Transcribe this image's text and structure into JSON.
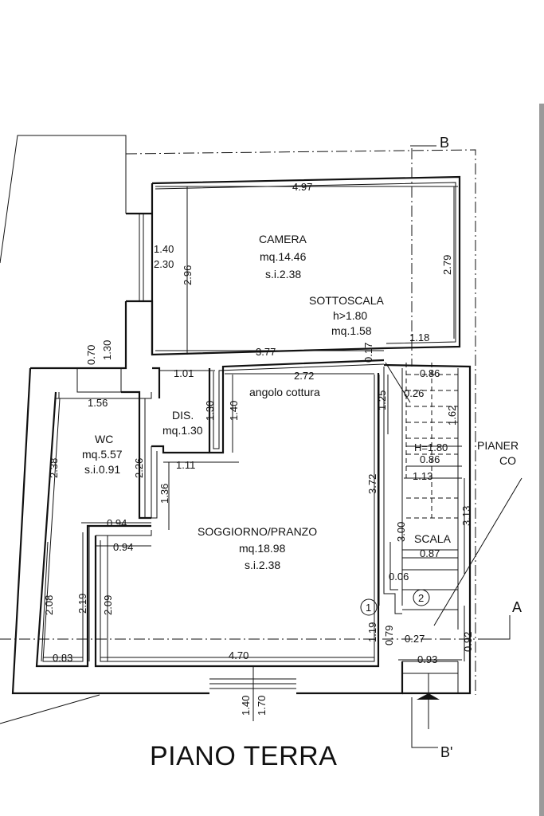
{
  "title": "PIANO TERRA",
  "rooms": {
    "camera": {
      "name": "CAMERA",
      "area": "mq.14.46",
      "height": "s.i.2.38"
    },
    "sottoscala": {
      "name": "SOTTOSCALA",
      "height": "h>1.80",
      "area": "mq.1.58"
    },
    "angolo": {
      "name": "angolo cottura"
    },
    "dis": {
      "name": "DIS.",
      "area": "mq.1.30"
    },
    "wc": {
      "name": "WC",
      "area": "mq.5.57",
      "height": "s.i.0.91"
    },
    "soggiorno": {
      "name": "SOGGIORNO/PRANZO",
      "area": "mq.18.98",
      "height": "s.i.2.38"
    },
    "scala": {
      "name": "SCALA"
    },
    "pianerottolo": {
      "line1": "PIANER",
      "line2": "CO"
    }
  },
  "sections": {
    "b_top": "B",
    "b_bottom": "B'",
    "a": "A"
  },
  "markers": {
    "one": "1",
    "two": "2"
  },
  "dims": {
    "d497": "4.97",
    "d140a": "1.40",
    "d230": "2.30",
    "d296": "2.96",
    "d279": "2.79",
    "d377": "3.77",
    "d017": "0.17",
    "d118": "1.18",
    "d070": "0.70",
    "d130a": "1.30",
    "d101": "1.01",
    "d272": "2.72",
    "d086a": "0.86",
    "d156": "1.56",
    "d026": "0.26",
    "d125": "1.25",
    "d130b": "1.30",
    "d140b": "1.40",
    "d162": "1.62",
    "d238": "2.38",
    "d226": "2.26",
    "dh180": "H=1.80",
    "d086b": "0.86",
    "d111": "1.11",
    "d372": "3.72",
    "d113": "1.13",
    "d136": "1.36",
    "d313": "3.13",
    "d094a": "0.94",
    "d300": "3.00",
    "d094b": "0.94",
    "d087": "0.87",
    "d006": "0.06",
    "d208": "2.08",
    "d219": "2.19",
    "d209": "2.09",
    "d119": "1.19",
    "d079": "0.79",
    "d027": "0.27",
    "d092": "0.92",
    "d083": "0.83",
    "d470": "4.70",
    "d093": "0.93",
    "d140c": "1.40",
    "d170": "1.70"
  }
}
